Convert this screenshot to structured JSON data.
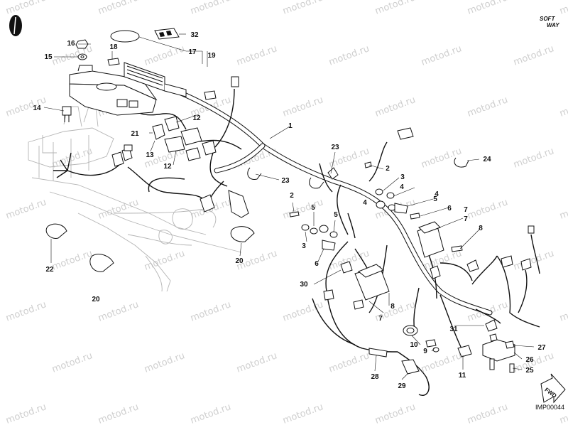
{
  "watermark": "motod.ru",
  "logo": {
    "line1": "SOFT",
    "line2": "WAY"
  },
  "drawing_code": "IMP00044",
  "arrow_label": "FWD",
  "callouts": [
    "1",
    "2",
    "2",
    "3",
    "3",
    "4",
    "4",
    "4",
    "5",
    "5",
    "5",
    "6",
    "6",
    "7",
    "7",
    "7",
    "8",
    "8",
    "9",
    "10",
    "11",
    "12",
    "12",
    "13",
    "14",
    "15",
    "16",
    "17",
    "18",
    "19",
    "20",
    "20",
    "21",
    "22",
    "23",
    "23",
    "24",
    "25",
    "26",
    "27",
    "28",
    "29",
    "30",
    "31",
    "32"
  ]
}
